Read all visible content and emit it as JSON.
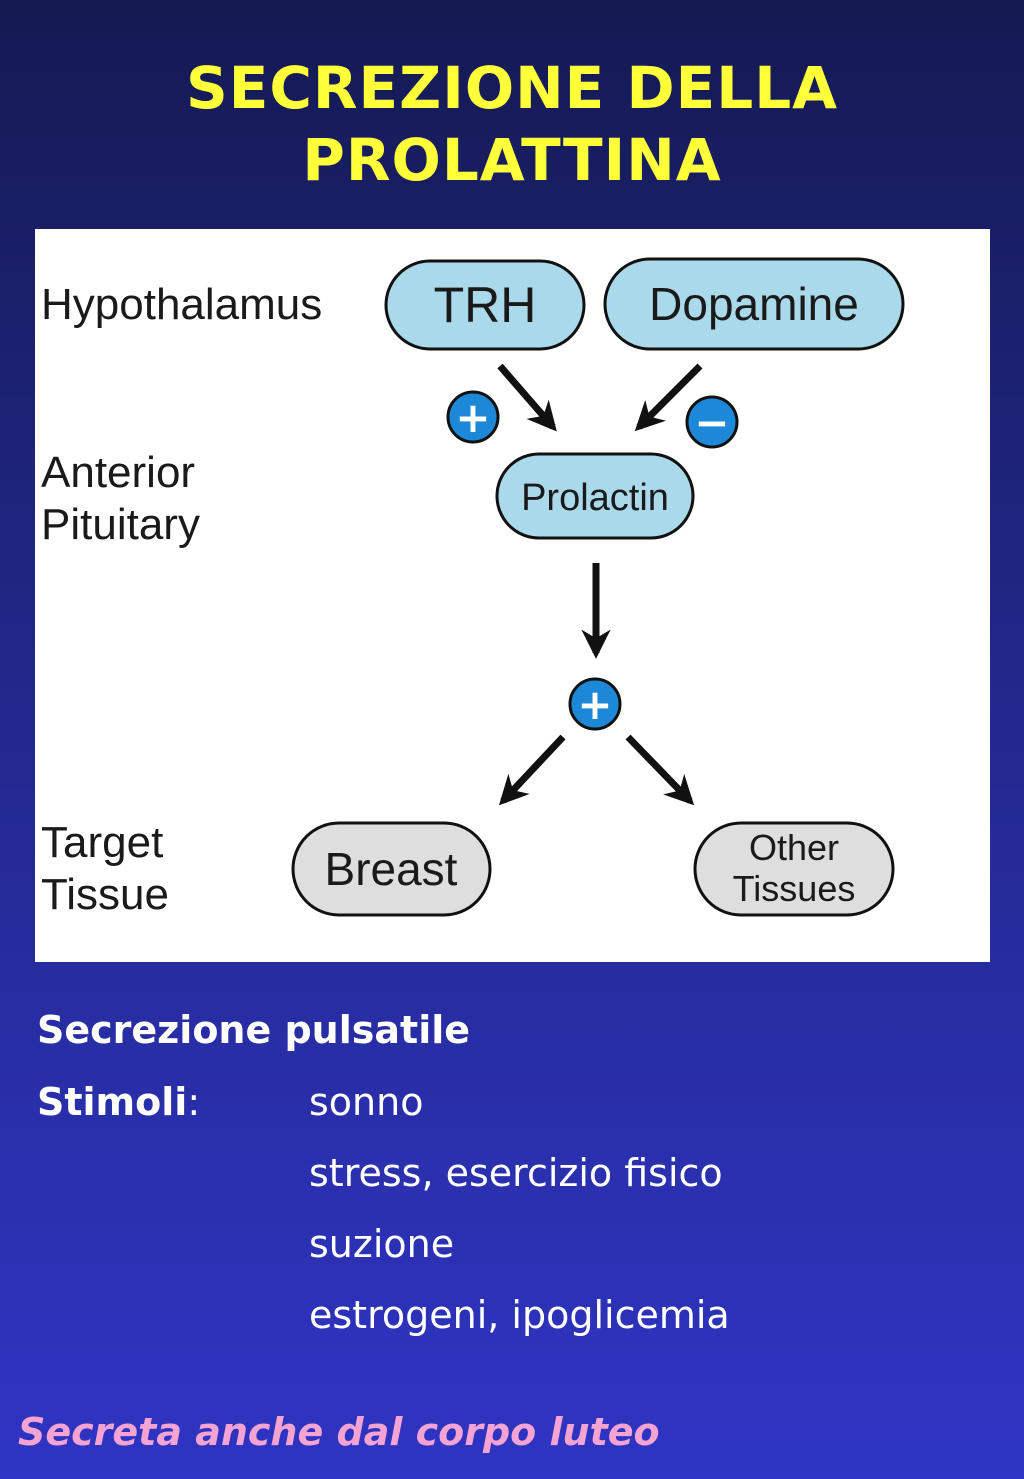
{
  "slide": {
    "title_line1": "SECREZIONE DELLA",
    "title_line2": "PROLATTINA"
  },
  "diagram": {
    "levels": {
      "hypothalamus": "Hypothalamus",
      "anterior_line1": "Anterior",
      "anterior_line2": "Pituitary",
      "target_line1": "Target",
      "target_line2": "Tissue"
    },
    "nodes": {
      "trh": "TRH",
      "dopamine": "Dopamine",
      "prolactin": "Prolactin",
      "breast": "Breast",
      "other_line1": "Other",
      "other_line2": "Tissues"
    },
    "signs": {
      "plus": "+",
      "minus": "−"
    },
    "colors": {
      "hormone_fill": "#a9d9ea",
      "tissue_fill": "#dedede",
      "sign_fill": "#1e88d8"
    }
  },
  "notes": {
    "pulsatile": "Secrezione pulsatile",
    "stimuli_label": "Stimoli",
    "stimuli_colon": ":",
    "stimuli": [
      "sonno",
      "stress, esercizio fisico",
      "suzione",
      "estrogeni, ipoglicemia"
    ]
  },
  "footer": "Secreta anche dal corpo luteo"
}
